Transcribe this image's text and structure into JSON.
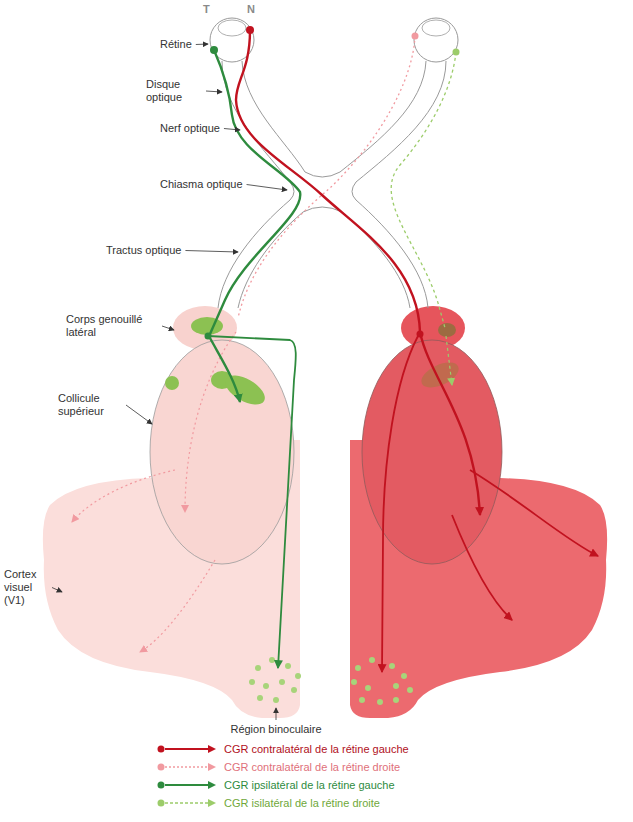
{
  "diagram": {
    "labels": [
      "T",
      "N",
      "Rétine",
      "Disque optique",
      "Nerf optique",
      "Chiasma optique",
      "Tractus optique",
      "Corps genouillé latéral",
      "Collicule supérieur",
      "Cortex visuel (V1)",
      "Région binoculaire"
    ],
    "legend": [
      {
        "text": "CGR contralatéral de la rétine gauche"
      },
      {
        "text": "CGR contralatéral de la rétine droite"
      },
      {
        "text": "CGR ipsilatéral de la rétine gauche"
      },
      {
        "text": "CGR isilatéral de la rétine droite"
      }
    ]
  }
}
